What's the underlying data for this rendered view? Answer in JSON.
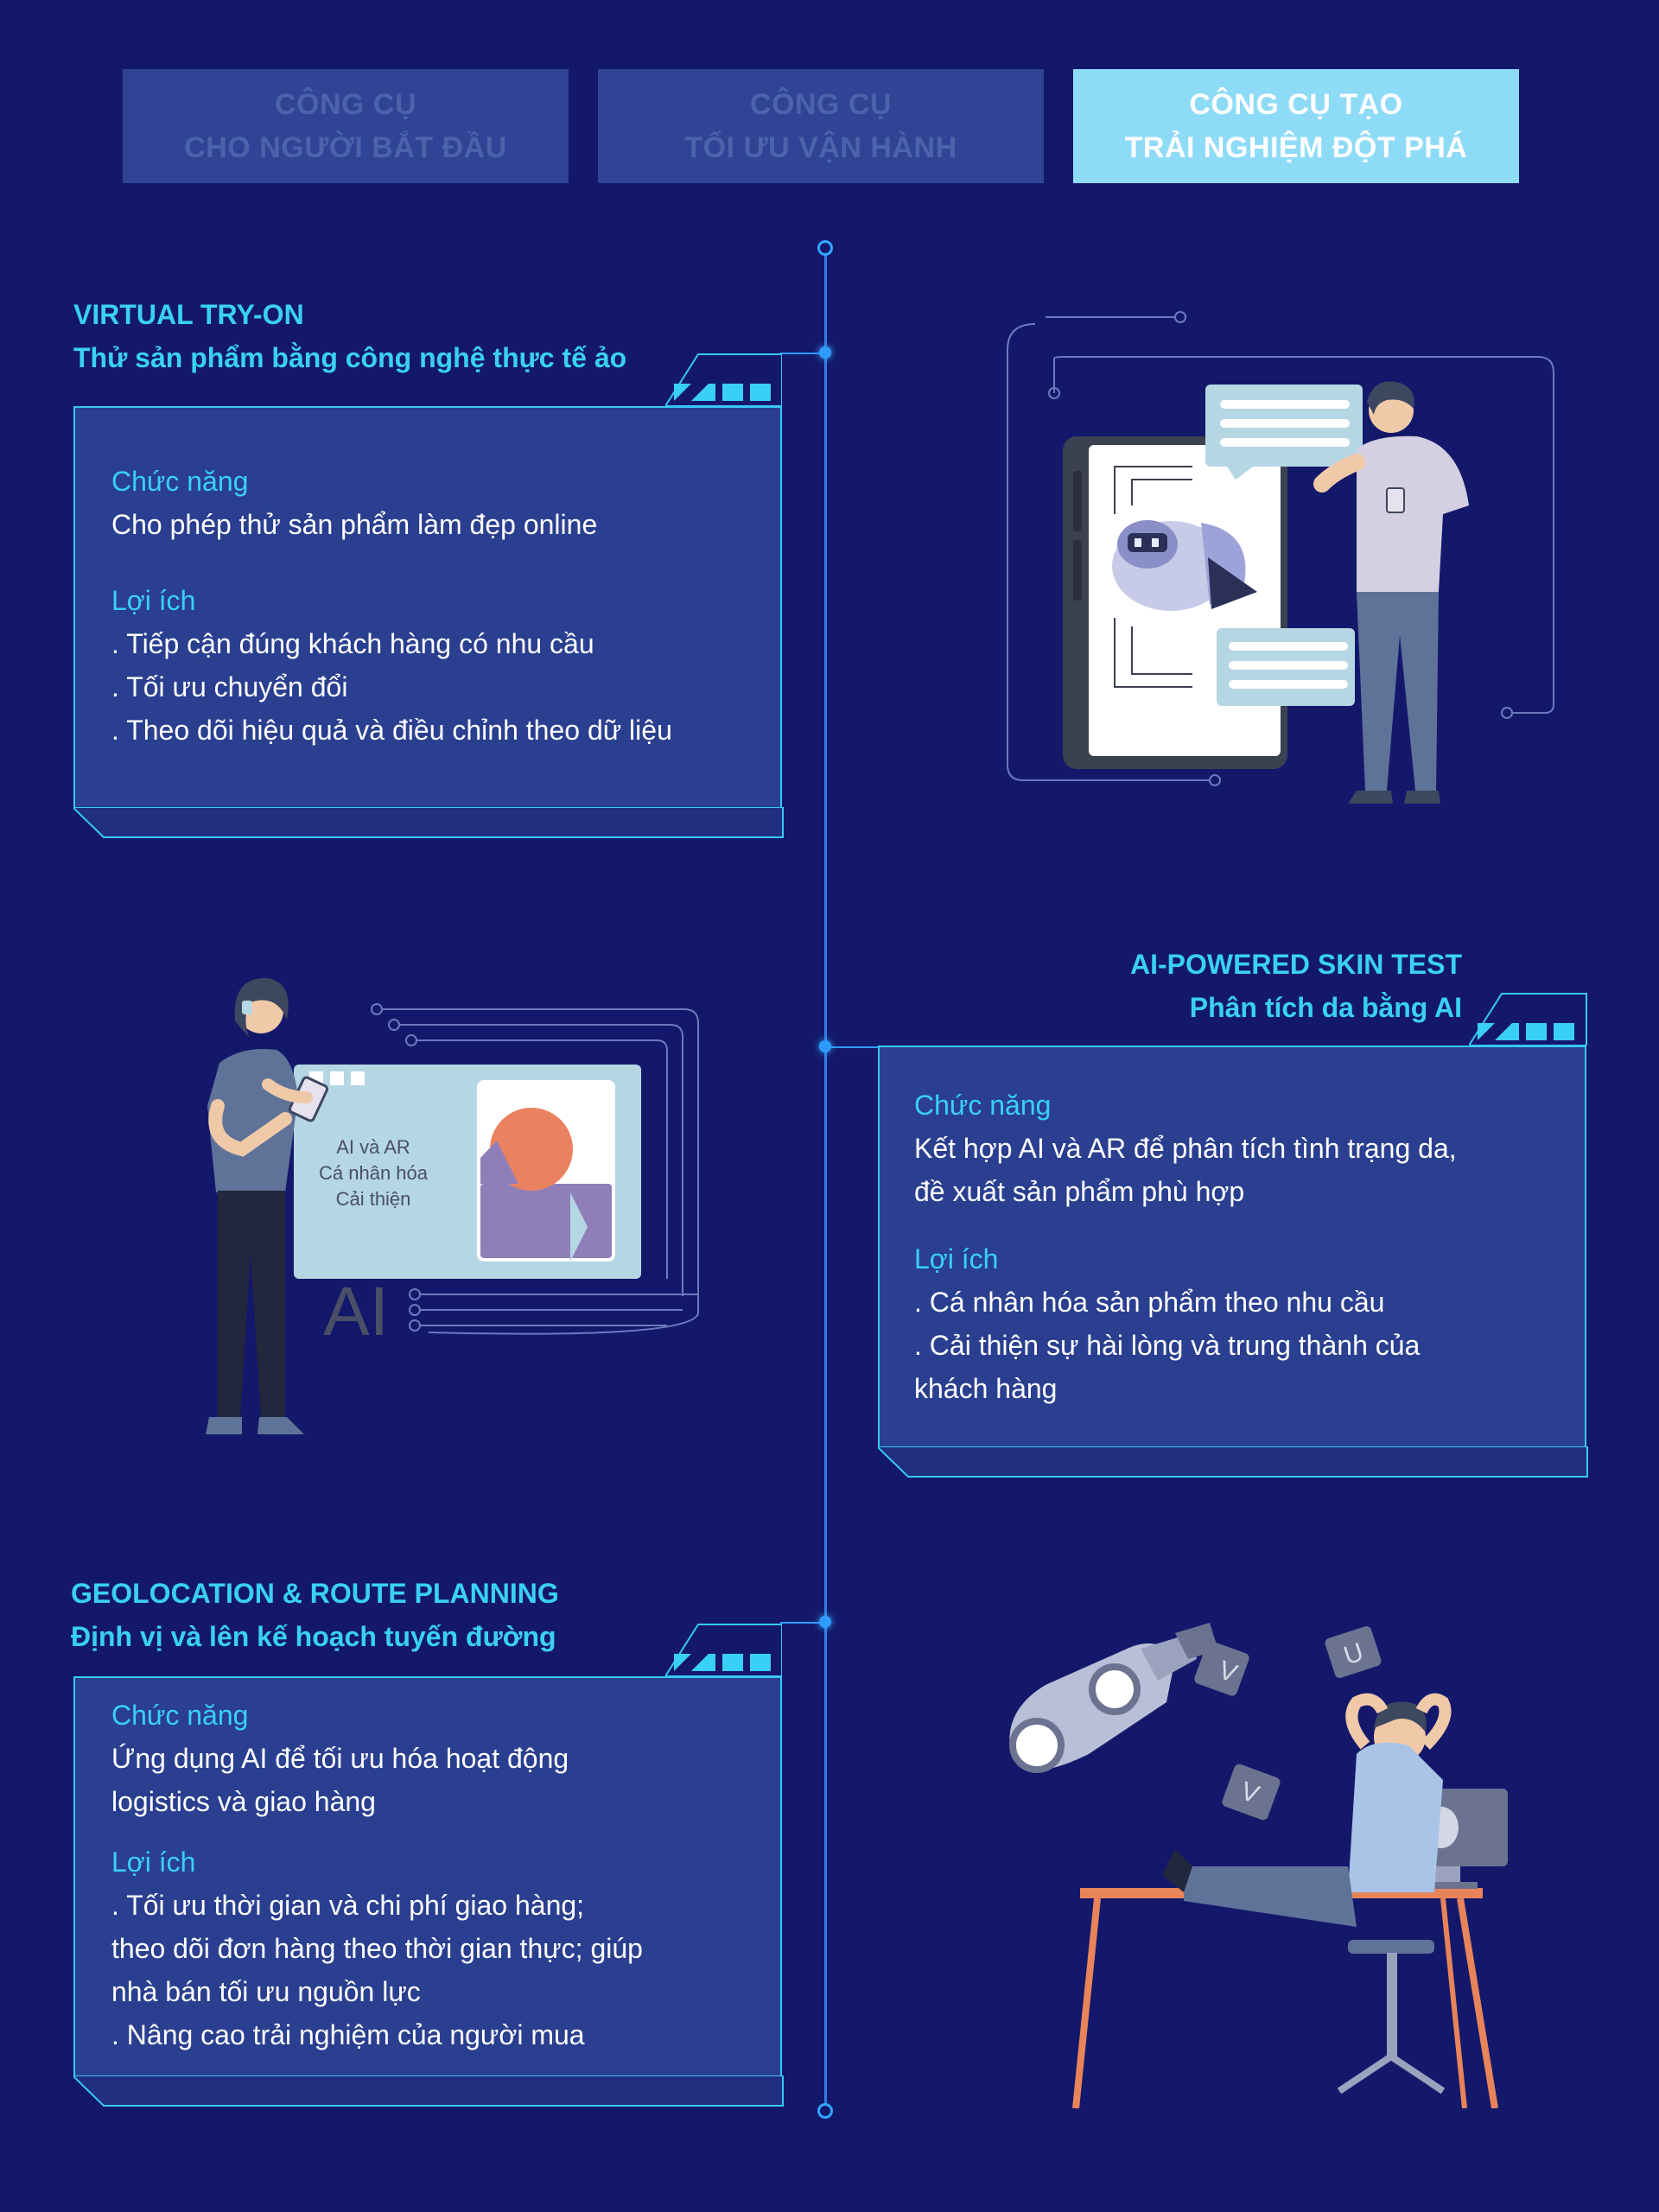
{
  "tabs": [
    {
      "line1": "CÔNG CỤ",
      "line2": "CHO NGƯỜI BẮT ĐẦU",
      "active": false
    },
    {
      "line1": "CÔNG CỤ",
      "line2": "TỐI ƯU VẬN HÀNH",
      "active": false
    },
    {
      "line1": "CÔNG CỤ TẠO",
      "line2": "TRẢI NGHIỆM ĐỘT PHÁ",
      "active": true
    }
  ],
  "sections": [
    {
      "title": "VIRTUAL TRY-ON",
      "subtitle": "Thử sản phẩm bằng công nghệ thực tế ảo",
      "function_heading": "Chức năng",
      "function_lines": [
        "Cho phép thử sản phẩm làm đẹp online"
      ],
      "benefit_heading": "Lợi ích",
      "benefit_lines": [
        ". Tiếp cận đúng khách hàng có nhu cầu",
        ". Tối ưu chuyển đổi",
        ". Theo dõi hiệu quả và điều chỉnh theo dữ liệu"
      ]
    },
    {
      "title": "AI-POWERED SKIN TEST",
      "subtitle": "Phân tích da bằng AI",
      "function_heading": "Chức năng",
      "function_lines": [
        "Kết hợp AI và AR để phân tích tình trạng da,",
        "đề xuất sản phẩm phù hợp"
      ],
      "benefit_heading": "Lợi ích",
      "benefit_lines": [
        ". Cá nhân hóa sản phẩm theo nhu cầu",
        ". Cải thiện sự hài lòng và trung thành của",
        "khách hàng"
      ]
    },
    {
      "title": "GEOLOCATION & ROUTE PLANNING",
      "subtitle": "Định vị và lên kế hoạch tuyến đường",
      "function_heading": "Chức năng",
      "function_lines": [
        "Ứng dụng AI để tối ưu hóa hoạt động",
        "logistics và giao hàng"
      ],
      "benefit_heading": "Lợi ích",
      "benefit_lines": [
        ". Tối ưu thời gian và chi phí giao hàng;",
        "theo dõi đơn hàng theo thời gian thực; giúp",
        "nhà bán tối ưu nguồn lực",
        ". Nâng cao trải nghiệm của người mua"
      ]
    }
  ],
  "illustrations": {
    "screen_lines": [
      "AI và AR",
      "Cá nhân hóa",
      "Cải thiện"
    ],
    "ai_label": "AI"
  },
  "colors": {
    "background": "#14186b",
    "accent": "#3ad0f5",
    "card": "#2a3f8f",
    "tab_active": "#8edbf7",
    "tab_inactive": "#2f4494",
    "timeline": "#2f7fe6"
  }
}
